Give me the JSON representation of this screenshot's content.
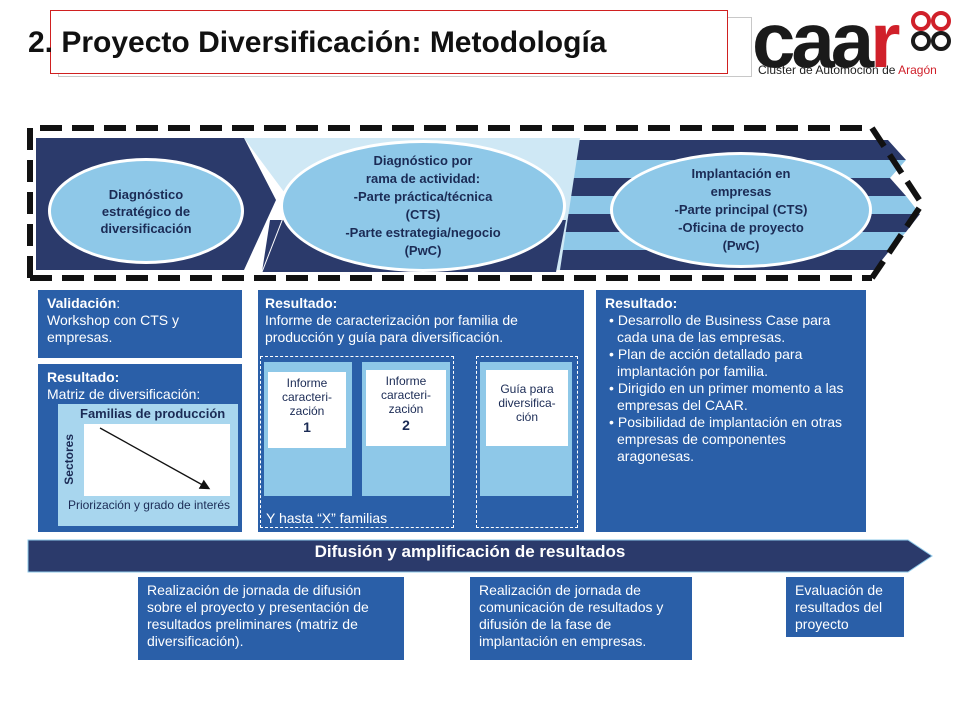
{
  "title": "2. Proyecto Diversificación:  Metodología",
  "logo": {
    "word_dark": "caa",
    "word_red": "r",
    "subtitle": "Cluster de Automoción de ",
    "subtitle_red": "Aragón"
  },
  "phases": [
    {
      "lines": [
        "Diagnóstico",
        "estratégico de",
        "diversificación"
      ]
    },
    {
      "lines": [
        "Diagnóstico por",
        "rama de actividad:",
        "-Parte práctica/técnica",
        "(CTS)",
        "-Parte estrategia/negocio",
        "(PwC)"
      ]
    },
    {
      "lines": [
        "Implantación en",
        "empresas",
        "-Parte principal (CTS)",
        "-Oficina de proyecto",
        "(PwC)"
      ]
    }
  ],
  "validacion": {
    "label": "Validación",
    "text": ":\nWorkshop con CTS y empresas."
  },
  "resultado1": {
    "label": "Resultado:",
    "text": "Matriz de diversificación:",
    "matrix_header": "Familias de producción",
    "matrix_side": "Sectores",
    "matrix_footer": "Priorización y grado de interés"
  },
  "resultado2": {
    "label": "Resultado:",
    "text": "Informe de caracterización por familia de producción y guía para diversificación.",
    "cards": [
      {
        "lines": [
          "Informe",
          "caracteri-",
          "zación"
        ],
        "num": "1"
      },
      {
        "lines": [
          "Informe",
          "caracteri-",
          "zación"
        ],
        "num": "2"
      },
      {
        "lines": [
          "Guía para",
          "diversifica-",
          "ción"
        ],
        "num": ""
      }
    ],
    "hasta": "Y hasta “X” familias"
  },
  "resultado3": {
    "label": "Resultado:",
    "items": [
      "Desarrollo de Business Case para cada una de las empresas.",
      "Plan de acción detallado para implantación por familia.",
      "Dirigido en un primer momento a las empresas del CAAR.",
      "Posibilidad de implantación en otras empresas de componentes aragonesas."
    ]
  },
  "difusion": "Difusión y amplificación de resultados",
  "bottom_boxes": [
    "Realización de jornada de difusión sobre el proyecto y presentación de resultados preliminares (matriz de diversificación).",
    "Realización de jornada de comunicación de resultados y difusión de la fase de implantación en empresas.",
    "Evaluación de resultados del proyecto"
  ],
  "colors": {
    "navy": "#2b3a6b",
    "blue": "#2a5fa8",
    "light_blue": "#8ec8e8",
    "red": "#d0202a"
  }
}
